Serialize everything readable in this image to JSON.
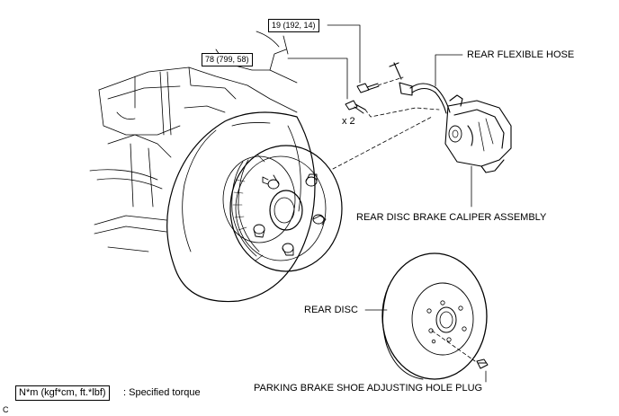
{
  "torque": {
    "bolt_upper": "19 (192, 14)",
    "bolt_lower": "78 (799, 58)"
  },
  "quantity": "x 2",
  "labels": {
    "rear_flexible_hose": "REAR FLEXIBLE HOSE",
    "caliper_assembly": "REAR DISC BRAKE CALIPER ASSEMBLY",
    "rear_disc": "REAR DISC",
    "hole_plug": "PARKING BRAKE SHOE ADJUSTING HOLE PLUG"
  },
  "legend": {
    "unit": "N*m (kgf*cm, ft.*lbf)",
    "description": ": Specified torque"
  },
  "figure_code": "C"
}
